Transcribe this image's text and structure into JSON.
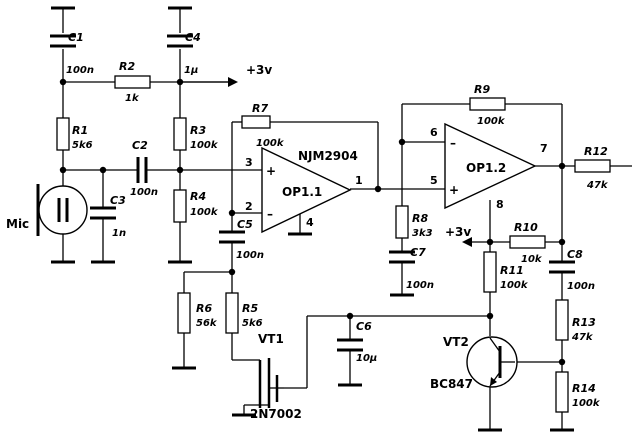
{
  "components": {
    "c1": {
      "ref": "C1",
      "value": "100n"
    },
    "c2": {
      "ref": "C2",
      "value": "100n"
    },
    "c3": {
      "ref": "C3",
      "value": "1n"
    },
    "c4": {
      "ref": "C4",
      "value": "1µ"
    },
    "c5": {
      "ref": "C5",
      "value": "100n"
    },
    "c6": {
      "ref": "C6",
      "value": "10µ"
    },
    "c7": {
      "ref": "C7",
      "value": "100n"
    },
    "c8": {
      "ref": "C8",
      "value": "100n"
    },
    "r1": {
      "ref": "R1",
      "value": "5k6"
    },
    "r2": {
      "ref": "R2",
      "value": "1k"
    },
    "r3": {
      "ref": "R3",
      "value": "100k"
    },
    "r4": {
      "ref": "R4",
      "value": "100k"
    },
    "r5": {
      "ref": "R5",
      "value": "5k6"
    },
    "r6": {
      "ref": "R6",
      "value": "56k"
    },
    "r7": {
      "ref": "R7",
      "value": "100k"
    },
    "r8": {
      "ref": "R8",
      "value": "3k3"
    },
    "r9": {
      "ref": "R9",
      "value": "100k"
    },
    "r10": {
      "ref": "R10",
      "value": "10k"
    },
    "r11": {
      "ref": "R11",
      "value": "100k"
    },
    "r12": {
      "ref": "R12",
      "value": "47k"
    },
    "r13": {
      "ref": "R13",
      "value": "47k"
    },
    "r14": {
      "ref": "R14",
      "value": "100k"
    },
    "op1": {
      "ref": "OP1.1",
      "part": "NJM2904"
    },
    "op2": {
      "ref": "OP1.2"
    },
    "vt1": {
      "ref": "VT1",
      "part": "2N7002"
    },
    "vt2": {
      "ref": "VT2",
      "part": "BC847"
    },
    "mic": {
      "ref": "Mic"
    }
  },
  "supply": {
    "label": "+3v"
  },
  "pins": {
    "op1_in_plus": "3",
    "op1_in_minus": "2",
    "op1_out": "1",
    "op1_gnd": "4",
    "op2_in_minus": "6",
    "op2_in_plus": "5",
    "op2_out": "7",
    "op2_vcc": "8"
  },
  "signs": {
    "plus": "+",
    "minus": "–"
  }
}
